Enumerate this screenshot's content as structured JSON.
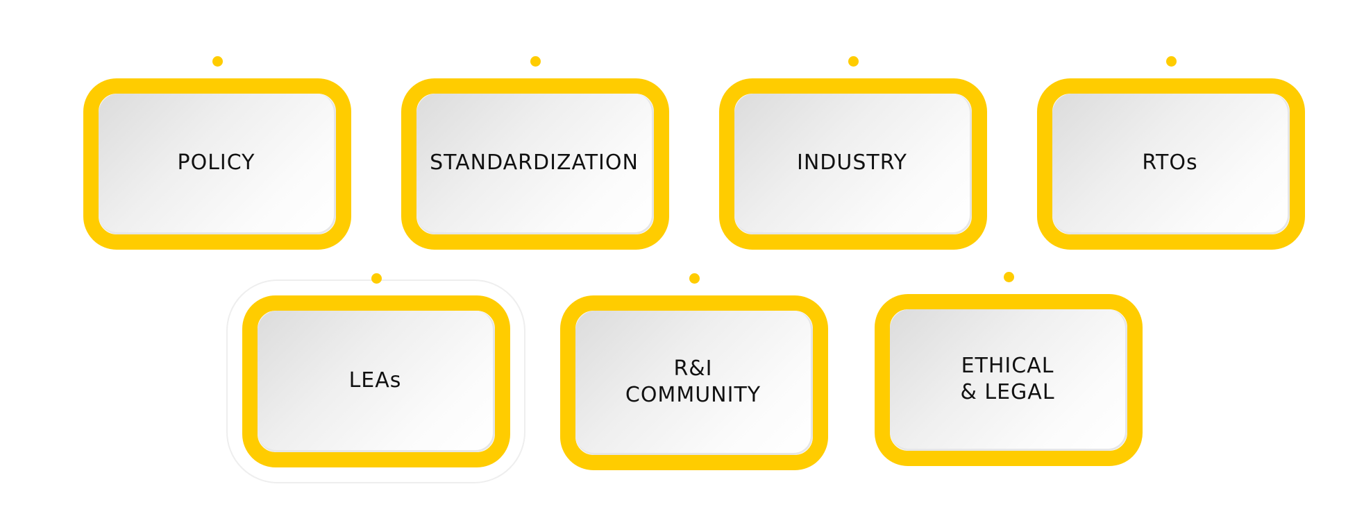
{
  "colors": {
    "accent": "#FFCC00",
    "halo": "#EEEEEE",
    "text": "#111111"
  },
  "nodes": [
    {
      "id": "policy",
      "label": "POLICY"
    },
    {
      "id": "standardization",
      "label": "STANDARDIZATION"
    },
    {
      "id": "industry",
      "label": "INDUSTRY"
    },
    {
      "id": "rtos",
      "label": "RTOs"
    },
    {
      "id": "leas",
      "label": "LEAs"
    },
    {
      "id": "ri-community",
      "label": "R&I\nCOMMUNITY"
    },
    {
      "id": "ethical-legal",
      "label": "ETHICAL\n& LEGAL"
    }
  ]
}
